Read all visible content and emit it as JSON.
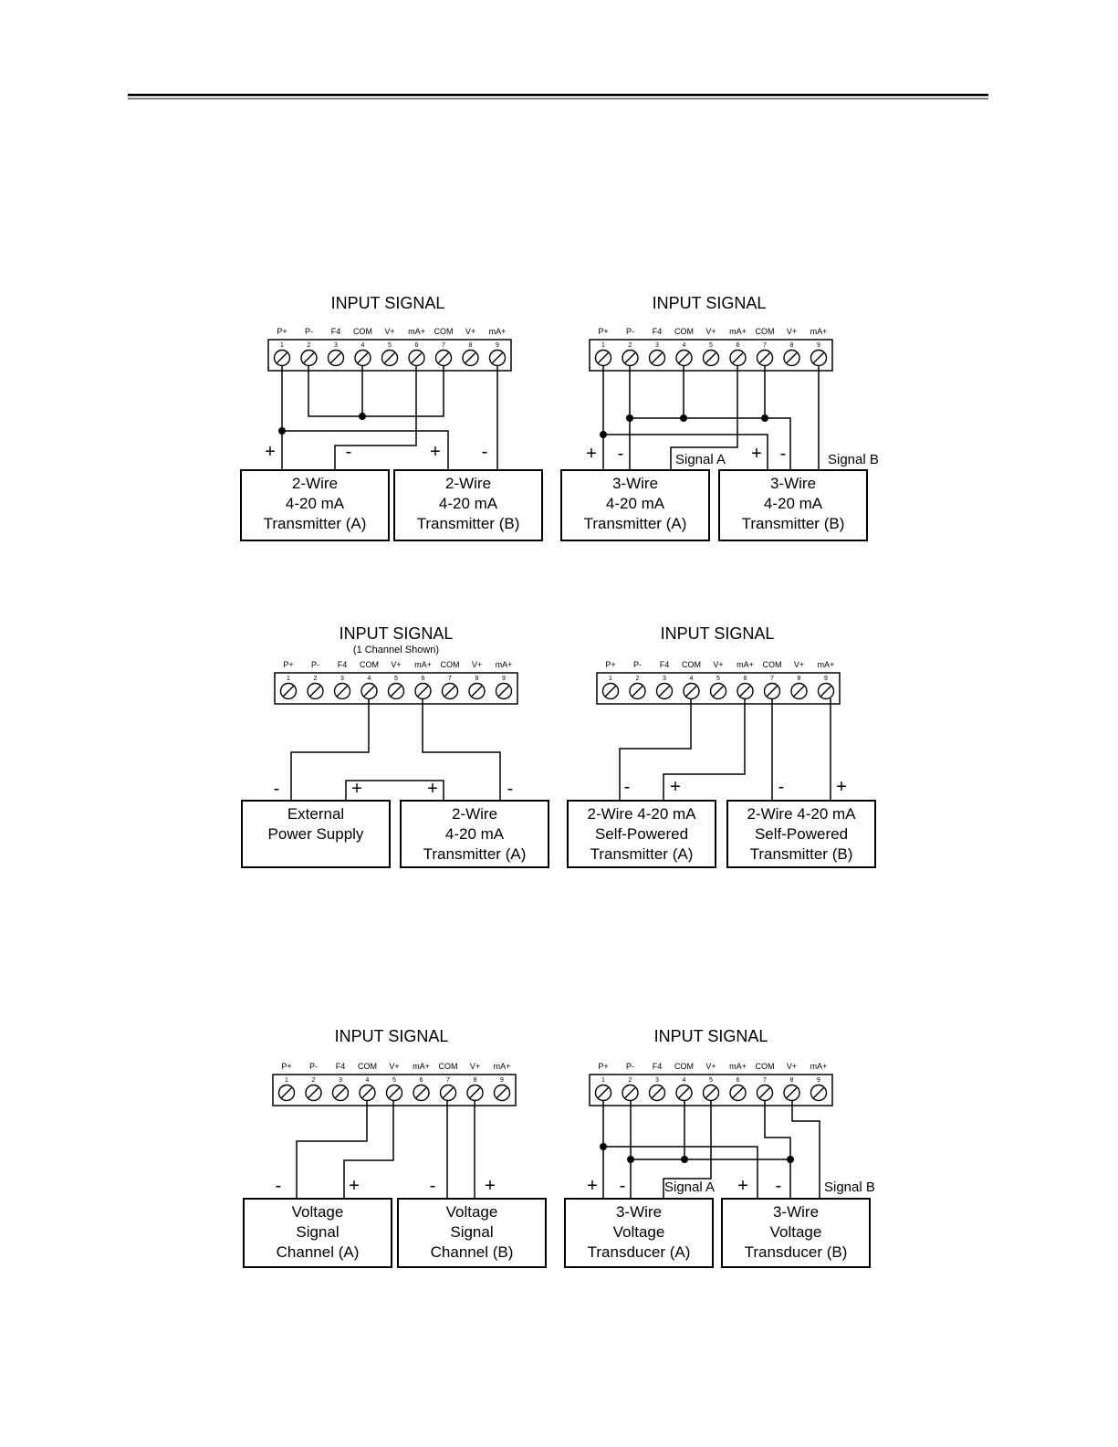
{
  "terminal_labels": [
    "P+",
    "P-",
    "F4",
    "COM",
    "V+",
    "mA+",
    "COM",
    "V+",
    "mA+"
  ],
  "terminal_numbers": [
    "1",
    "2",
    "3",
    "4",
    "5",
    "6",
    "7",
    "8",
    "9"
  ],
  "diagrams": [
    {
      "title": "INPUT SIGNAL",
      "boxes": [
        [
          "2-Wire",
          "4-20 mA",
          "Transmitter (A)"
        ],
        [
          "2-Wire",
          "4-20 mA",
          "Transmitter (B)"
        ]
      ],
      "polarity": [
        "+",
        "-",
        "+",
        "-"
      ],
      "signals": []
    },
    {
      "title": "INPUT SIGNAL",
      "boxes": [
        [
          "3-Wire",
          "4-20 mA",
          "Transmitter (A)"
        ],
        [
          "3-Wire",
          "4-20 mA",
          "Transmitter (B)"
        ]
      ],
      "polarity": [
        "+",
        "-",
        "+",
        "-"
      ],
      "signals": [
        "Signal A",
        "Signal B"
      ]
    },
    {
      "title": "INPUT SIGNAL",
      "subtitle": "(1 Channel Shown)",
      "boxes": [
        [
          "External",
          "Power Supply"
        ],
        [
          "2-Wire",
          "4-20 mA",
          "Transmitter (A)"
        ]
      ],
      "polarity": [
        "-",
        "+",
        "+",
        "-"
      ],
      "signals": []
    },
    {
      "title": "INPUT SIGNAL",
      "boxes": [
        [
          "2-Wire 4-20 mA",
          "Self-Powered",
          "Transmitter (A)"
        ],
        [
          "2-Wire 4-20 mA",
          "Self-Powered",
          "Transmitter (B)"
        ]
      ],
      "polarity": [
        "-",
        "+",
        "-",
        "+"
      ],
      "signals": []
    },
    {
      "title": "INPUT SIGNAL",
      "boxes": [
        [
          "Voltage",
          "Signal",
          "Channel (A)"
        ],
        [
          "Voltage",
          "Signal",
          "Channel (B)"
        ]
      ],
      "polarity": [
        "-",
        "+",
        "-",
        "+"
      ],
      "signals": []
    },
    {
      "title": "INPUT SIGNAL",
      "boxes": [
        [
          "3-Wire",
          "Voltage",
          "Transducer (A)"
        ],
        [
          "3-Wire",
          "Voltage",
          "Transducer (B)"
        ]
      ],
      "polarity": [
        "+",
        "-",
        "+",
        "-"
      ],
      "signals": [
        "Signal A",
        "Signal B"
      ]
    }
  ]
}
